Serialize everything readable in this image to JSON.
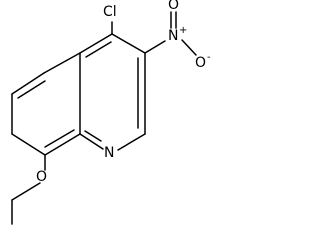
{
  "molecule": {
    "atoms": {
      "chlorine": "Cl",
      "nitro_nitrogen": "N",
      "nitro_charge": "+",
      "nitro_oxygen_top": "O",
      "nitro_oxygen_right": "O",
      "nitro_oxygen_charge": "-",
      "ring_nitrogen": "N",
      "ether_oxygen": "O"
    }
  }
}
